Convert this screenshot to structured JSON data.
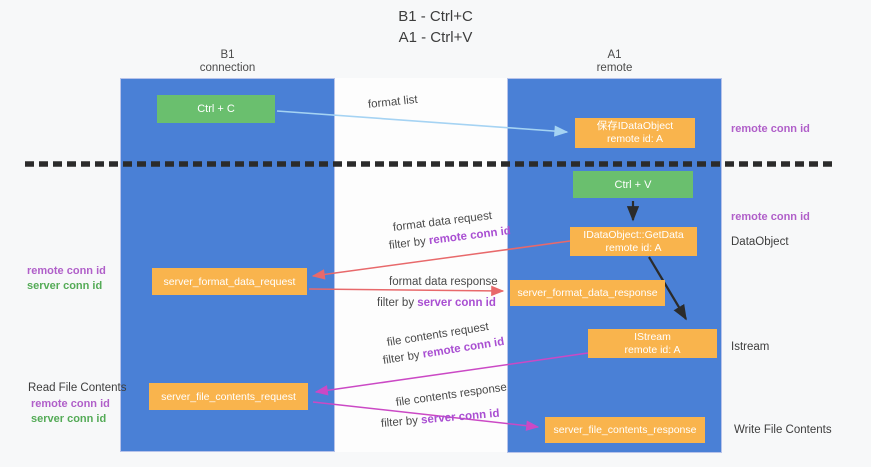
{
  "title": {
    "line1": "B1 - Ctrl+C",
    "line2": "A1 - Ctrl+V"
  },
  "lanes": {
    "left": {
      "title": "B1",
      "subtitle": "connection"
    },
    "right": {
      "title": "A1",
      "subtitle": "remote"
    }
  },
  "nodes": {
    "ctrl_c": {
      "label": "Ctrl + C"
    },
    "ctrl_v": {
      "label": "Ctrl + V"
    },
    "save_dataobject": {
      "line1": "保存IDataObject",
      "line2": "remote id: A"
    },
    "getdata": {
      "line1": "IDataObject::GetData",
      "line2": "remote id: A"
    },
    "istream": {
      "line1": "IStream",
      "line2": "remote id: A"
    },
    "format_request": {
      "label": "server_format_data_request"
    },
    "format_response": {
      "label": "server_format_data_response"
    },
    "file_request": {
      "label": "server_file_contents_request"
    },
    "file_response": {
      "label": "server_file_contents_response"
    }
  },
  "left_labels": {
    "remote_conn_id_1": "remote conn id",
    "server_conn_id_1": "server conn id",
    "read_file_contents": "Read File Contents",
    "remote_conn_id_2": "remote conn id",
    "server_conn_id_2": "server conn id"
  },
  "right_labels": {
    "remote_conn_id_1": "remote conn id",
    "remote_conn_id_2": "remote conn id",
    "dataobject": "DataObject",
    "istream": "Istream",
    "write_file_contents": "Write File Contents"
  },
  "flow_labels": {
    "format_list": "format list",
    "format_data_request": "format data request",
    "format_data_response": "format data response",
    "file_contents_request": "file contents request",
    "file_contents_response": "file contents response",
    "filter_by": "filter by ",
    "remote_conn_id": "remote conn id",
    "server_conn_id": "server conn id"
  },
  "colors": {
    "column_blue": "#4a80d6",
    "box_green": "#6abf6e",
    "box_orange": "#f9b44d",
    "arrow_blue": "#a5d3f3",
    "arrow_red": "#e8696b",
    "arrow_magenta": "#cb49c5",
    "arrow_black": "#2b2b2b",
    "purple_label": "#b05fc9",
    "purple_highlight": "#a94fd2",
    "green_label": "#54ab57"
  }
}
